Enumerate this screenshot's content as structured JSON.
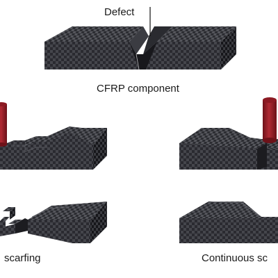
{
  "labels": {
    "defect": "Defect",
    "component": "CFRP component",
    "stepped": "scarfing",
    "continuous": "Continuous sc"
  },
  "colors": {
    "carbon_dark": "#1c1c20",
    "carbon_light": "#55565c",
    "carbon_side": "#26262b",
    "carbon_side_light": "#3c3d43",
    "tool_red": "#a0202a",
    "tool_red_dark": "#6e1219"
  }
}
